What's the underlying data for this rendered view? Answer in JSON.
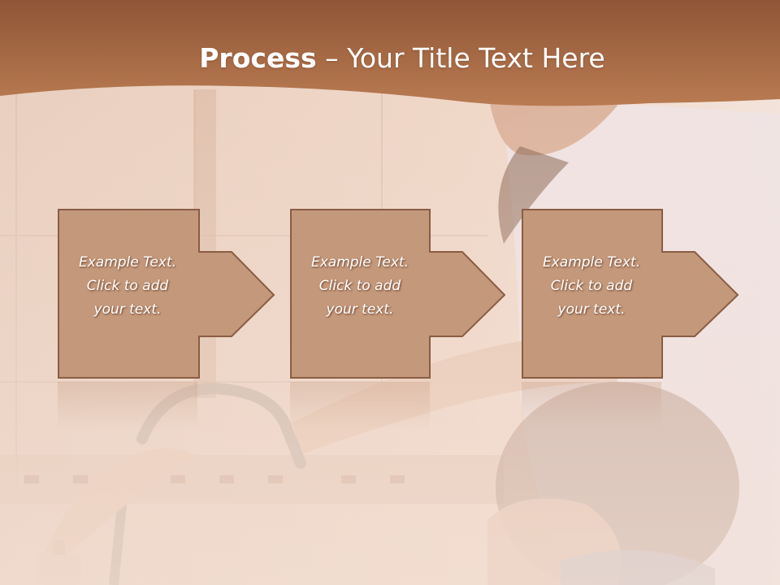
{
  "slide": {
    "title_bold": "Process",
    "title_rest": " – Your Title Text Here"
  },
  "steps": [
    {
      "line1": "Example Text.",
      "line2": "Click  to add",
      "line3": "your text."
    },
    {
      "line1": "Example Text.",
      "line2": "Click  to add",
      "line3": "your text."
    },
    {
      "line1": "Example Text.",
      "line2": "Click  to add",
      "line3": "your text."
    }
  ],
  "colors": {
    "header": "#a86a45",
    "box_fill": "#c4987b",
    "box_border": "#8a5d44",
    "text": "#ffffff"
  },
  "background": {
    "subject": "woman helping child wash hands at sink",
    "icons": [
      "faucet",
      "soap-dispenser"
    ]
  }
}
